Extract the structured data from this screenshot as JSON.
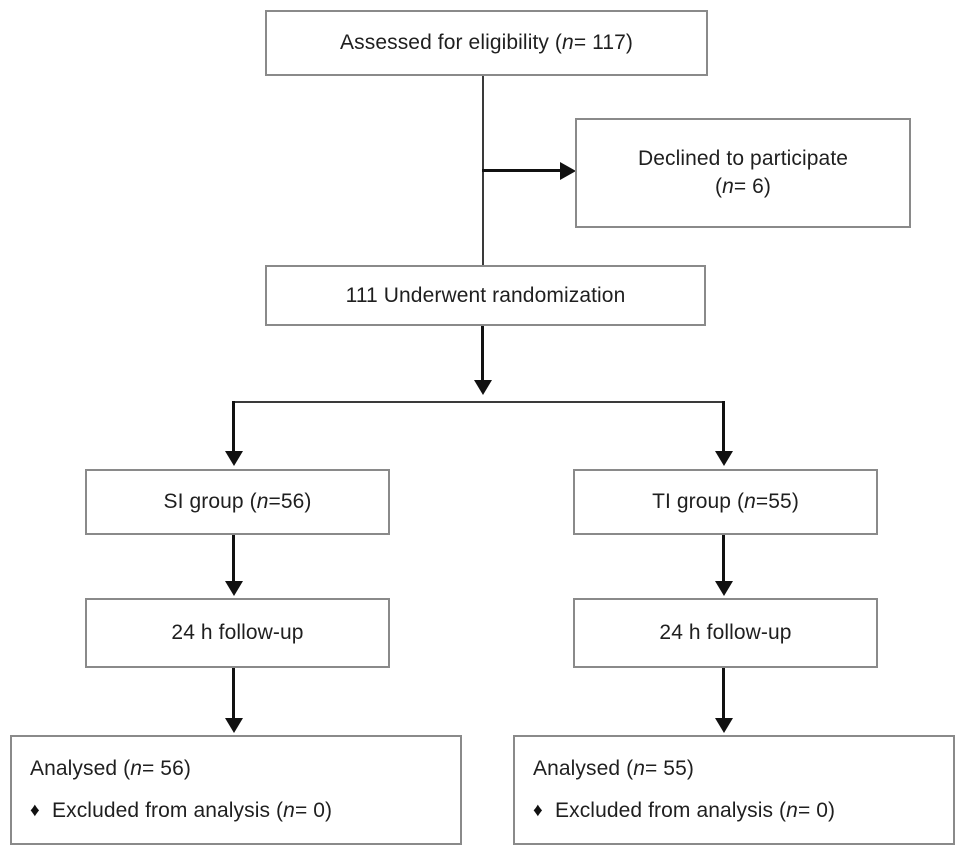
{
  "diagram": {
    "type": "consort-flow-diagram",
    "colors": {
      "box_border": "#8a8a8a",
      "box_fill": "#ffffff",
      "connector": "#111111",
      "text": "#1f1f1f"
    },
    "nodes": {
      "assessed": {
        "label_plain": "Assessed for eligibility (n= 117)",
        "prefix": "Assessed for eligibility (",
        "italic": "n",
        "suffix": "= 117)",
        "count": 117
      },
      "declined": {
        "label_plain": "Declined to participate (n= 6)",
        "line1": "Declined to participate",
        "line2_prefix": "(",
        "line2_italic": "n",
        "line2_suffix": "= 6)",
        "count": 6
      },
      "randomized": {
        "label_plain": "111 Underwent randomization",
        "text": "111 Underwent randomization",
        "count": 111
      },
      "si_group": {
        "label_plain": "SI group (n=56)",
        "prefix": "SI group (",
        "italic": "n",
        "suffix": "=56)",
        "count": 56
      },
      "ti_group": {
        "label_plain": "TI group (n=55)",
        "prefix": "TI group (",
        "italic": "n",
        "suffix": "=55)",
        "count": 55
      },
      "si_followup": {
        "label_plain": "24 h follow-up",
        "text": "24 h follow-up"
      },
      "ti_followup": {
        "label_plain": "24 h follow-up",
        "text": "24 h follow-up"
      },
      "si_analysed": {
        "line1_prefix": "Analysed (",
        "line1_italic": "n",
        "line1_suffix": "= 56)",
        "bullet_glyph": "♦",
        "line2_prefix": "Excluded from analysis (",
        "line2_italic": "n",
        "line2_suffix": "= 0)",
        "analysed_count": 56,
        "excluded_count": 0
      },
      "ti_analysed": {
        "line1_prefix": "Analysed (",
        "line1_italic": "n",
        "line1_suffix": "= 55)",
        "bullet_glyph": "♦",
        "line2_prefix": "Excluded from analysis (",
        "line2_italic": "n",
        "line2_suffix": "= 0)",
        "analysed_count": 55,
        "excluded_count": 0
      }
    }
  }
}
